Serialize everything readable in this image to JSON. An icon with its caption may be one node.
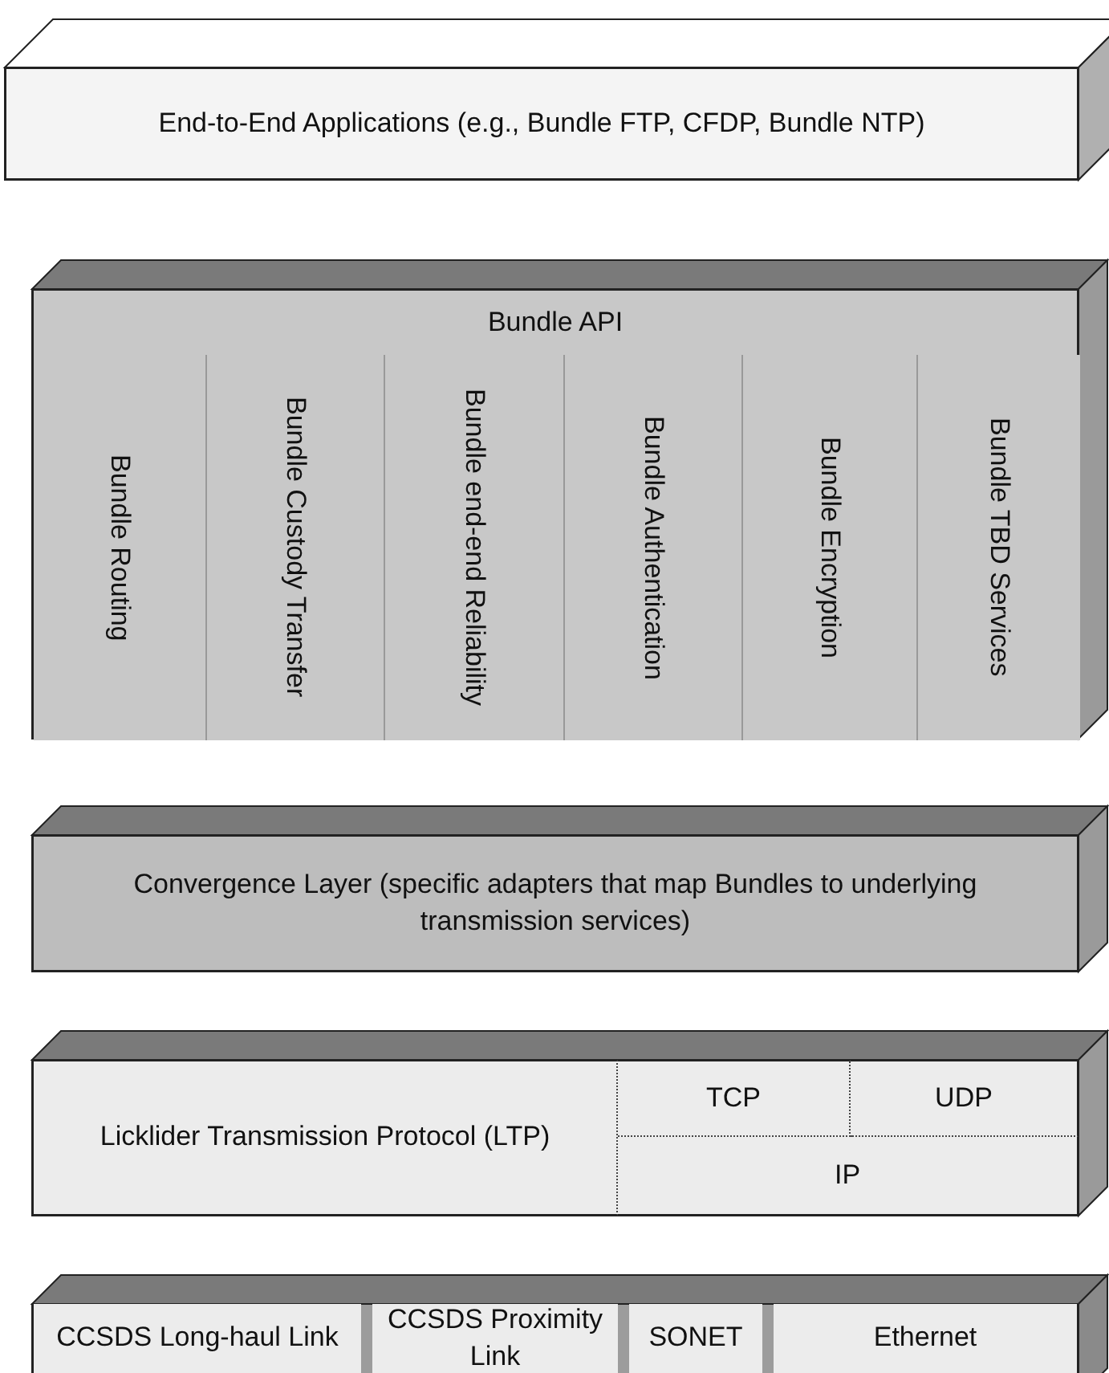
{
  "diagram": {
    "nodes": [
      {
        "text": [
          "End-to-End Applications (e.g., Bundle FTP, CFDP, Bundle NTP)"
        ]
      },
      {
        "text": [
          "Bundle API"
        ]
      },
      {
        "text": [
          "Bundle Routing"
        ],
        "in": 1
      },
      {
        "text": [
          "Bundle Custody Transfer"
        ],
        "in": 1
      },
      {
        "text": [
          "Bundle end-end Reliability"
        ],
        "in": 1
      },
      {
        "text": [
          "Bundle Authentication"
        ],
        "in": 1
      },
      {
        "text": [
          "Bundle Encryption"
        ],
        "in": 1
      },
      {
        "text": [
          "Bundle TBD Services"
        ],
        "in": 1
      },
      {
        "text": [
          "Convergence Layer (specific adapters that map Bundles to underlying transmission services)"
        ]
      },
      {
        "text": [
          "Licklider Transmission Protocol (LTP)"
        ]
      },
      {
        "text": [
          "TCP"
        ]
      },
      {
        "text": [
          "UDP"
        ]
      },
      {
        "text": [
          "IP"
        ]
      },
      {
        "text": [
          "CCSDS Long-haul Link"
        ]
      },
      {
        "text": [
          "CCSDS Proximity Link"
        ]
      },
      {
        "text": [
          "SONET"
        ]
      },
      {
        "text": [
          "Ethernet"
        ]
      }
    ]
  }
}
